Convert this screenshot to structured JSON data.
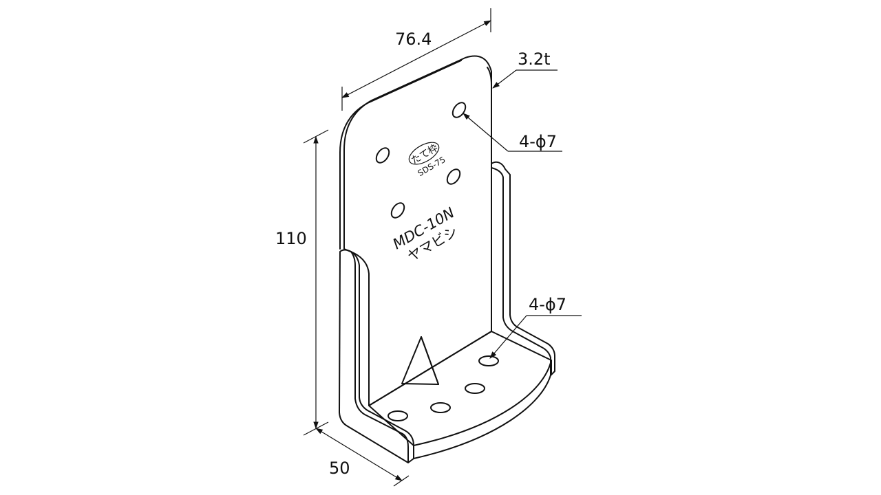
{
  "dimensions": {
    "width_label": "76.4",
    "thickness_label": "3.2t",
    "height_label": "110",
    "depth_label": "50",
    "upper_holes_label": "4-ϕ7",
    "lower_holes_label": "4-ϕ7"
  },
  "stamp": {
    "oval_text": "たて枠",
    "code": "SDS-75"
  },
  "marking": {
    "model": "MDC-10N",
    "maker": "ヤマビシ"
  }
}
